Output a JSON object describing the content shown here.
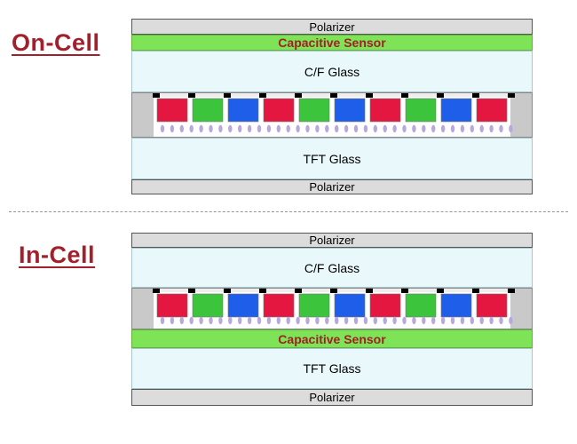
{
  "on_cell": {
    "title": "On-Cell",
    "layers": {
      "top_polarizer": "Polarizer",
      "sensor": "Capacitive Sensor",
      "cf_glass": "C/F Glass",
      "tft_glass": "TFT Glass",
      "bottom_polarizer": "Polarizer"
    }
  },
  "in_cell": {
    "title": "In-Cell",
    "layers": {
      "top_polarizer": "Polarizer",
      "cf_glass": "C/F Glass",
      "sensor": "Capacitive Sensor",
      "tft_glass": "TFT Glass",
      "bottom_polarizer": "Polarizer"
    }
  },
  "colors": {
    "heading": "#a2202b",
    "polarizer": "#dcdcdc",
    "sensor": "#7ee357",
    "sensor_text": "#a21e28",
    "glass": "#e9f9fb",
    "filter_red": "#e3173f",
    "filter_green": "#3cc43c",
    "filter_blue": "#1e5ee8",
    "liquid_crystal": "#b9a8dc",
    "sealant": "#c9c9c9"
  },
  "filter_sequence": [
    "red",
    "green",
    "blue",
    "red",
    "green",
    "blue",
    "red",
    "green",
    "blue",
    "red"
  ]
}
